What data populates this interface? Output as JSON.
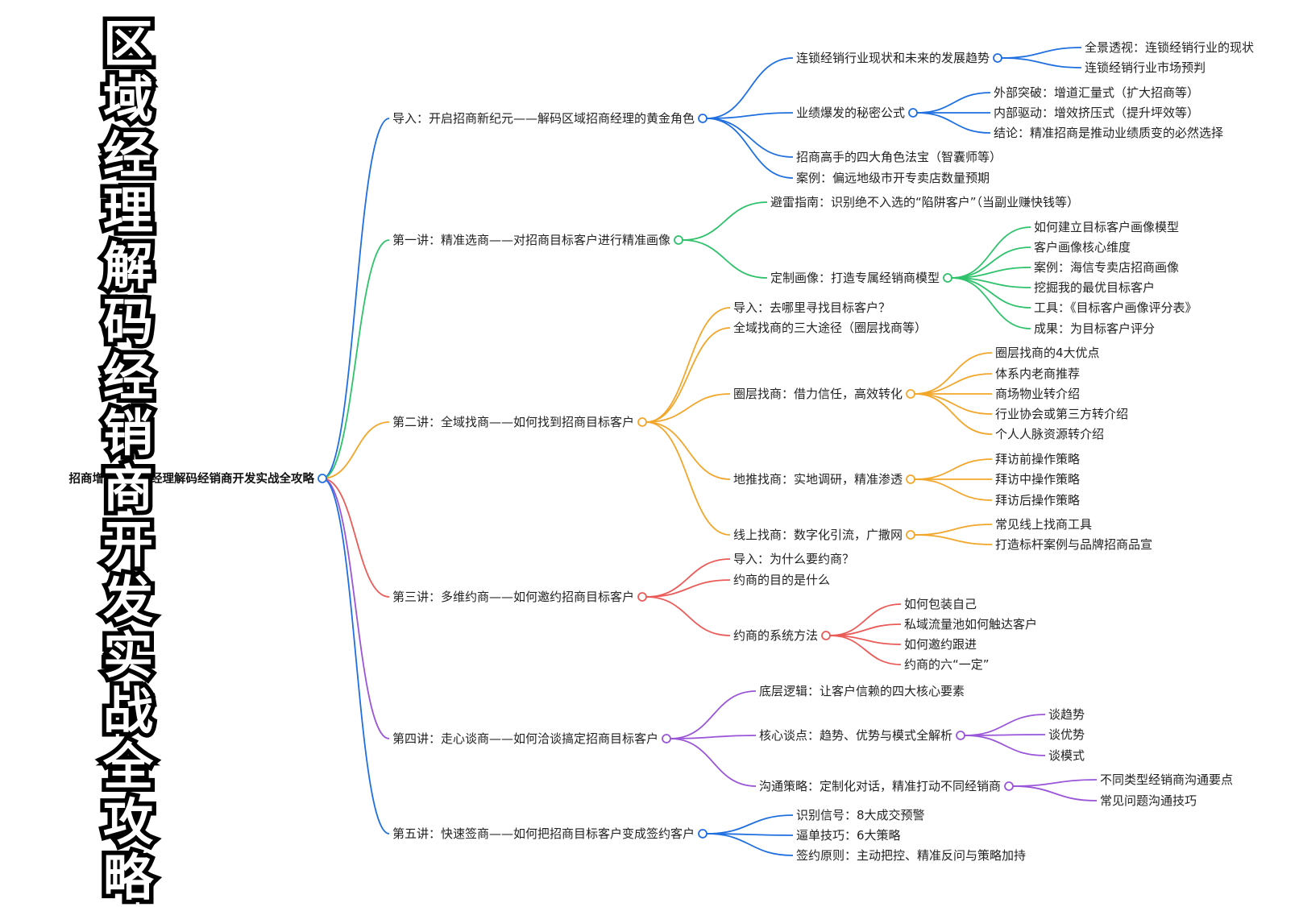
{
  "title": "区域经理解码经销商开发实战全攻略",
  "root": "招商增长：区域经理解码经销商开发实战全攻略",
  "colors": {
    "blue": "#1f6fe0",
    "green": "#2ec26b",
    "orange": "#f2a62a",
    "red": "#ea5b57",
    "purple": "#9a55d8"
  },
  "branches": [
    {
      "label": "导入：开启招商新纪元——解码区域招商经理的黄金角色",
      "color": "blue",
      "children": [
        {
          "label": "连锁经销行业现状和未来的发展趋势",
          "children": [
            {
              "label": "全景透视：连锁经销行业的现状"
            },
            {
              "label": "连锁经销行业市场预判"
            }
          ]
        },
        {
          "label": "业绩爆发的秘密公式",
          "children": [
            {
              "label": "外部突破：增道汇量式（扩大招商等）"
            },
            {
              "label": "内部驱动：增效挤压式（提升坪效等）"
            },
            {
              "label": "结论：精准招商是推动业绩质变的必然选择"
            }
          ]
        },
        {
          "label": "招商高手的四大角色法宝（智囊师等）"
        },
        {
          "label": "案例：偏远地级市开专卖店数量预期"
        }
      ]
    },
    {
      "label": "第一讲：精准选商——对招商目标客户进行精准画像",
      "color": "green",
      "children": [
        {
          "label": "避雷指南：识别绝不入选的“陷阱客户”（当副业赚快钱等）"
        },
        {
          "label": "定制画像：打造专属经销商模型",
          "children": [
            {
              "label": "如何建立目标客户画像模型"
            },
            {
              "label": "客户画像核心维度"
            },
            {
              "label": "案例：海信专卖店招商画像"
            },
            {
              "label": "挖掘我的最优目标客户"
            },
            {
              "label": "工具：《目标客户画像评分表》"
            },
            {
              "label": "成果：为目标客户评分"
            }
          ]
        }
      ]
    },
    {
      "label": "第二讲：全域找商——如何找到招商目标客户",
      "color": "orange",
      "children": [
        {
          "label": "导入：去哪里寻找目标客户？"
        },
        {
          "label": "全域找商的三大途径（圈层找商等）"
        },
        {
          "label": "圈层找商：借力信任，高效转化",
          "children": [
            {
              "label": "圈层找商的4大优点"
            },
            {
              "label": "体系内老商推荐"
            },
            {
              "label": "商场物业转介绍"
            },
            {
              "label": "行业协会或第三方转介绍"
            },
            {
              "label": "个人人脉资源转介绍"
            }
          ]
        },
        {
          "label": "地推找商：实地调研，精准渗透",
          "children": [
            {
              "label": "拜访前操作策略"
            },
            {
              "label": "拜访中操作策略"
            },
            {
              "label": "拜访后操作策略"
            }
          ]
        },
        {
          "label": "线上找商：数字化引流，广撒网",
          "children": [
            {
              "label": "常见线上找商工具"
            },
            {
              "label": "打造标杆案例与品牌招商品宣"
            }
          ]
        }
      ]
    },
    {
      "label": "第三讲：多维约商——如何邀约招商目标客户",
      "color": "red",
      "children": [
        {
          "label": "导入：为什么要约商？"
        },
        {
          "label": "约商的目的是什么"
        },
        {
          "label": "约商的系统方法",
          "children": [
            {
              "label": "如何包装自己"
            },
            {
              "label": "私域流量池如何触达客户"
            },
            {
              "label": "如何邀约跟进"
            },
            {
              "label": "约商的六“一定”"
            }
          ]
        }
      ]
    },
    {
      "label": "第四讲：走心谈商——如何洽谈搞定招商目标客户",
      "color": "purple",
      "children": [
        {
          "label": "底层逻辑：让客户信赖的四大核心要素"
        },
        {
          "label": "核心谈点：趋势、优势与模式全解析",
          "children": [
            {
              "label": "谈趋势"
            },
            {
              "label": "谈优势"
            },
            {
              "label": "谈模式"
            }
          ]
        },
        {
          "label": "沟通策略：定制化对话，精准打动不同经销商",
          "children": [
            {
              "label": "不同类型经销商沟通要点"
            },
            {
              "label": "常见问题沟通技巧"
            }
          ]
        }
      ]
    },
    {
      "label": "第五讲：快速签商——如何把招商目标客户变成签约客户",
      "color": "blue",
      "children": [
        {
          "label": "识别信号：8大成交预警"
        },
        {
          "label": "逼单技巧：6大策略"
        },
        {
          "label": "签约原则：主动把控、精准反问与策略加持"
        }
      ]
    }
  ]
}
